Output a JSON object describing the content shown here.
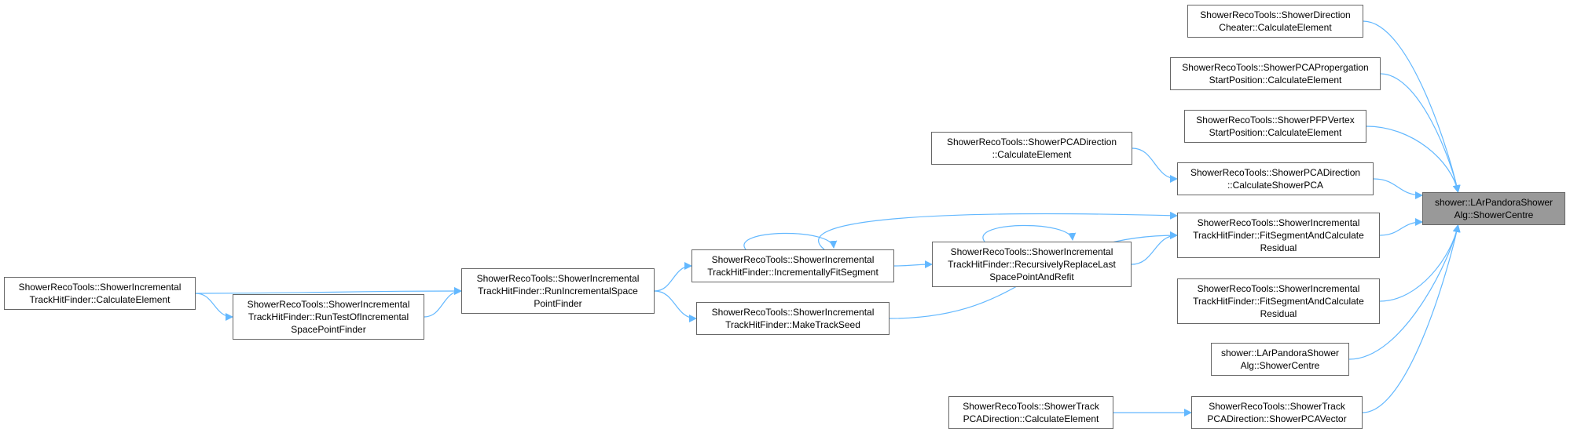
{
  "colors": {
    "edge": "#63b8ff",
    "node_border": "#666666",
    "focus_fill": "#999999"
  },
  "nodes": {
    "focus": {
      "lines": [
        "shower::LArPandoraShower",
        "Alg::ShowerCentre"
      ]
    },
    "direction_cheater": {
      "lines": [
        "ShowerRecoTools::ShowerDirection",
        "Cheater::CalculateElement"
      ]
    },
    "pca_propergation": {
      "lines": [
        "ShowerRecoTools::ShowerPCAPropergation",
        "StartPosition::CalculateElement"
      ]
    },
    "pfp_vertex": {
      "lines": [
        "ShowerRecoTools::ShowerPFPVertex",
        "StartPosition::CalculateElement"
      ]
    },
    "pca_direction_calc": {
      "lines": [
        "ShowerRecoTools::ShowerPCADirection",
        "::CalculateElement"
      ]
    },
    "pca_direction_pca": {
      "lines": [
        "ShowerRecoTools::ShowerPCADirection",
        "::CalculateShowerPCA"
      ]
    },
    "fit_segment_1": {
      "lines": [
        "ShowerRecoTools::ShowerIncremental",
        "TrackHitFinder::FitSegmentAndCalculate",
        "Residual"
      ]
    },
    "fit_segment_2": {
      "lines": [
        "ShowerRecoTools::ShowerIncremental",
        "TrackHitFinder::FitSegmentAndCalculate",
        "Residual"
      ]
    },
    "shower_centre_2": {
      "lines": [
        "shower::LArPandoraShower",
        "Alg::ShowerCentre"
      ]
    },
    "track_pca_vector": {
      "lines": [
        "ShowerRecoTools::ShowerTrack",
        "PCADirection::ShowerPCAVector"
      ]
    },
    "track_pca_calc": {
      "lines": [
        "ShowerRecoTools::ShowerTrack",
        "PCADirection::CalculateElement"
      ]
    },
    "recursively_replace": {
      "lines": [
        "ShowerRecoTools::ShowerIncremental",
        "TrackHitFinder::RecursivelyReplaceLast",
        "SpacePointAndRefit"
      ]
    },
    "incrementally_fit": {
      "lines": [
        "ShowerRecoTools::ShowerIncremental",
        "TrackHitFinder::IncrementallyFitSegment"
      ]
    },
    "make_track_seed": {
      "lines": [
        "ShowerRecoTools::ShowerIncremental",
        "TrackHitFinder::MakeTrackSeed"
      ]
    },
    "run_incremental": {
      "lines": [
        "ShowerRecoTools::ShowerIncremental",
        "TrackHitFinder::RunIncrementalSpace",
        "PointFinder"
      ]
    },
    "run_test": {
      "lines": [
        "ShowerRecoTools::ShowerIncremental",
        "TrackHitFinder::RunTestOfIncremental",
        "SpacePointFinder"
      ]
    },
    "calc_element": {
      "lines": [
        "ShowerRecoTools::ShowerIncremental",
        "TrackHitFinder::CalculateElement"
      ]
    }
  },
  "edges": [
    [
      "direction_cheater",
      "focus"
    ],
    [
      "pca_propergation",
      "focus"
    ],
    [
      "pfp_vertex",
      "focus"
    ],
    [
      "pca_direction_pca",
      "focus"
    ],
    [
      "fit_segment_1",
      "focus"
    ],
    [
      "fit_segment_2",
      "focus"
    ],
    [
      "shower_centre_2",
      "focus"
    ],
    [
      "track_pca_vector",
      "focus"
    ],
    [
      "pca_direction_calc",
      "pca_direction_pca"
    ],
    [
      "track_pca_calc",
      "track_pca_vector"
    ],
    [
      "incrementally_fit",
      "fit_segment_1"
    ],
    [
      "recursively_replace",
      "fit_segment_1"
    ],
    [
      "make_track_seed",
      "fit_segment_1"
    ],
    [
      "recursively_replace",
      "recursively_replace"
    ],
    [
      "incrementally_fit",
      "incrementally_fit"
    ],
    [
      "incrementally_fit",
      "recursively_replace"
    ],
    [
      "run_incremental",
      "incrementally_fit"
    ],
    [
      "run_incremental",
      "make_track_seed"
    ],
    [
      "run_test",
      "run_incremental"
    ],
    [
      "calc_element",
      "run_incremental"
    ],
    [
      "calc_element",
      "run_test"
    ]
  ]
}
